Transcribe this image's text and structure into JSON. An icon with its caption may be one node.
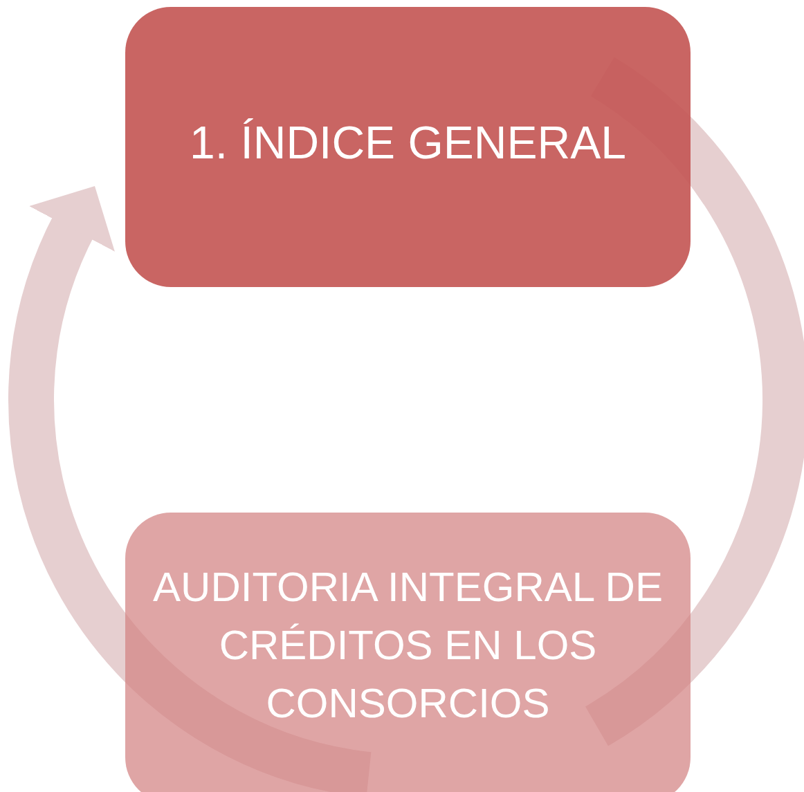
{
  "diagram": {
    "nodes": [
      {
        "text": [
          "1. ÍNDICE GENERAL"
        ]
      },
      {
        "text": [
          "AUDITORIA INTEGRAL DE CRÉDITOS EN LOS CONSORCIOS"
        ]
      }
    ],
    "edges": [
      {
        "from": 0,
        "to": 1,
        "arrow": "none"
      },
      {
        "from": 1,
        "to": 0,
        "arrow": "to"
      }
    ]
  }
}
